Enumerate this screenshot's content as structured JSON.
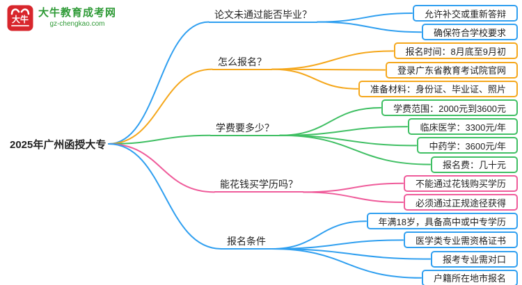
{
  "logo": {
    "brand_name": "大牛教育成考网",
    "brand_url": "gz-chengkao.com",
    "brand_color": "#2e9a36",
    "icon_color": "#d8262c",
    "icon": "bull-icon"
  },
  "root": {
    "label": "2025年广州函授大专"
  },
  "branches": [
    {
      "label": "论文未通过能否毕业？",
      "color": "#2f9ff0",
      "leaves": [
        "允许补交或重新答辩",
        "确保符合学校要求"
      ]
    },
    {
      "label": "怎么报名？",
      "color": "#f5a71b",
      "leaves": [
        "报名时间：8月底至9月初",
        "登录广东省教育考试院官网",
        "准备材料：身份证、毕业证、照片"
      ]
    },
    {
      "label": "学费要多少？",
      "color": "#3fbf63",
      "leaves": [
        "学费范围：2000元到3600元",
        "临床医学：3300元/年",
        "中药学：3600元/年",
        "报名费：几十元"
      ]
    },
    {
      "label": "能花钱买学历吗？",
      "color": "#ef5b9a",
      "leaves": [
        "不能通过花钱购买学历",
        "必须通过正规途径获得"
      ]
    },
    {
      "label": "报名条件",
      "color": "#2f9ff0",
      "leaves": [
        "年满18岁，具备高中或中专学历",
        "医学类专业需资格证书",
        "报考专业需对口",
        "户籍所在地市报名"
      ]
    }
  ]
}
